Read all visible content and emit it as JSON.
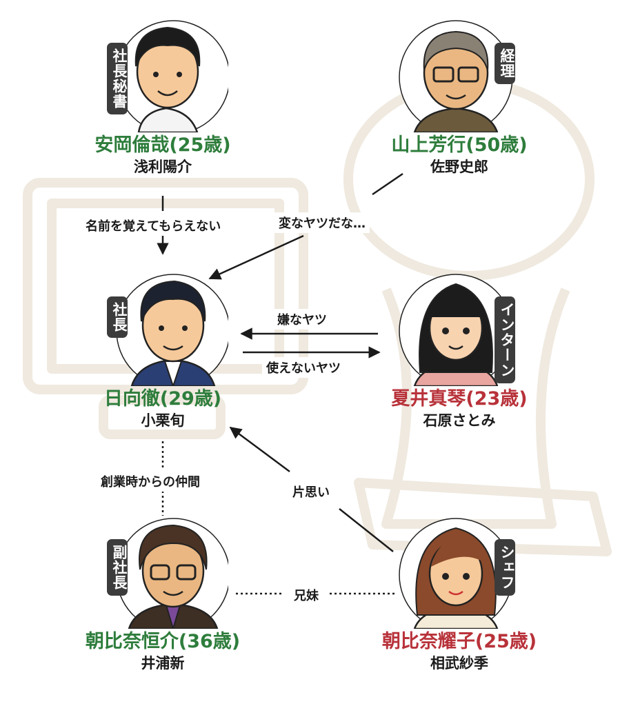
{
  "nodes": {
    "yasuoka": {
      "role": "社長秘書",
      "name": "安岡倫哉(25歳)",
      "actor": "浅利陽介"
    },
    "yamagami": {
      "role": "経理",
      "name": "山上芳行(50歳)",
      "actor": "佐野史郎"
    },
    "hinata": {
      "role": "社長",
      "name": "日向徹(29歳)",
      "actor": "小栗旬"
    },
    "natsui": {
      "role": "インターン",
      "name": "夏井真琴(23歳)",
      "actor": "石原さとみ"
    },
    "asahina_k": {
      "role": "副社長",
      "name": "朝比奈恒介(36歳)",
      "actor": "井浦新"
    },
    "asahina_y": {
      "role": "シェフ",
      "name": "朝比奈耀子(25歳)",
      "actor": "相武紗季"
    }
  },
  "relations": {
    "yasuoka_to_hinata": "名前を覚えてもらえない",
    "yamagami_to_hinata": "変なヤツだな…",
    "natsui_to_hinata": "嫌なヤツ",
    "hinata_to_natsui": "使えないヤツ",
    "hinata_asahina_k": "創業時からの仲間",
    "asahina_y_to_hinata": "片思い",
    "asahina_siblings": "兄妹"
  },
  "colors": {
    "name_green": "#2e7d3c",
    "name_red": "#b8323a",
    "role_badge": "#3c3c3c",
    "watermark": "#f1ece4"
  }
}
